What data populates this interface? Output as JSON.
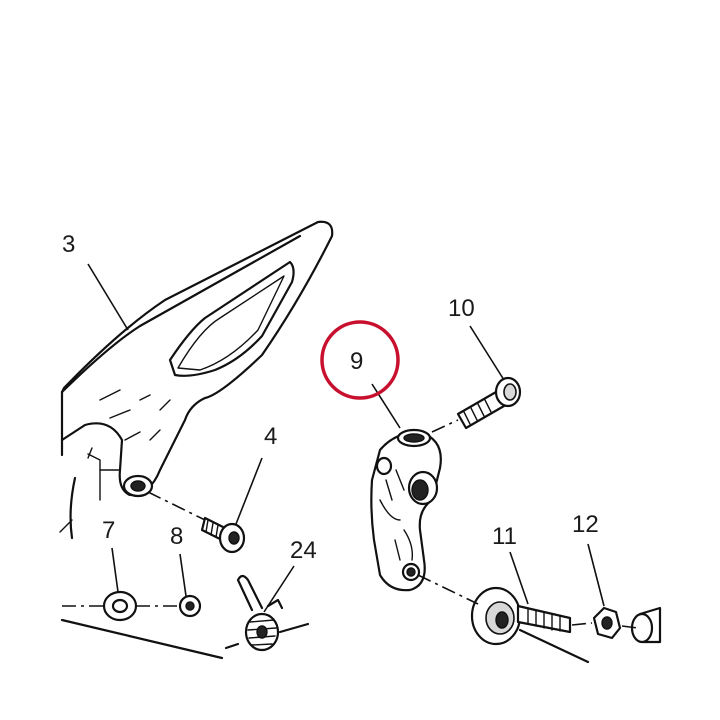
{
  "highlight_color": "#c8102e",
  "labels": {
    "part_3": "3",
    "part_4": "4",
    "part_7": "7",
    "part_8": "8",
    "part_9": "9",
    "part_10": "10",
    "part_11": "11",
    "part_12": "12",
    "part_24": "24"
  }
}
